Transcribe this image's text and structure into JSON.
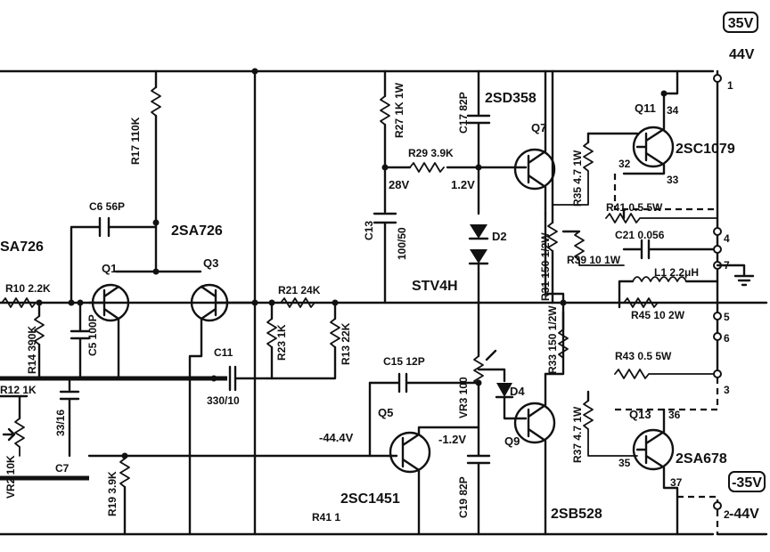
{
  "supply": {
    "pos_box": "35V",
    "pos": "44V",
    "neg_box": "-35V",
    "neg": "-44V"
  },
  "transistors": {
    "q_left_label": "Q1",
    "q_left_type": "SA726",
    "q3_label": "Q3",
    "q3_type": "2SA726",
    "q5_label": "Q5",
    "q5_type": "2SC1451",
    "q7_label": "Q7",
    "q7_type": "2SD358",
    "q9_label": "Q9",
    "q9_type": "2SB528",
    "q11_label": "Q11",
    "q11_type": "2SC1079",
    "q13_label": "Q13",
    "q13_type": "2SA678"
  },
  "resistors": {
    "r17": "R17 110K",
    "r10": "R10 2.2K",
    "r14": "R14 390K",
    "r12": "R12 1K",
    "vr2": "VR2 10K",
    "r19": "R19 3.9K",
    "r21": "R21 24K",
    "r23": "R23 1K",
    "r13": "R13 22K",
    "r27": "R27 1K 1W",
    "r29": "R29 3.9K",
    "vr3": "VR3 100",
    "r41": "R41 1",
    "r31": "R31 150 1/2W",
    "r33": "R33 150 1/2W",
    "r35": "R35 4.7 1W",
    "r37": "R37 4.7 1W",
    "r39": "R39 10 1W",
    "r41b": "R41 0.5 5W",
    "r43": "R43 0.5 5W",
    "r45": "R45 10 2W"
  },
  "capacitors": {
    "c6": "C6 56P",
    "c5": "C5 100P",
    "c3": "33/16",
    "c7": "C7",
    "c11": "C11",
    "c11_val": "330/10",
    "c15": "C15 12P",
    "c17": "C17 82P",
    "c13": "C13",
    "c13_val": "100/50",
    "c19": "C19 82P",
    "c21": "C21 0.056"
  },
  "inductor": "L1 2.2μH",
  "diodes": {
    "d2": "D2",
    "d4": "D4",
    "stv": "STV4H"
  },
  "voltages": {
    "v28": "28V",
    "v12": "1.2V",
    "vm12": "-1.2V",
    "vm444": "-44.4V"
  },
  "nodes": [
    "1",
    "4",
    "7",
    "5",
    "6",
    "3",
    "2",
    "32",
    "33",
    "34",
    "35",
    "36",
    "37"
  ]
}
